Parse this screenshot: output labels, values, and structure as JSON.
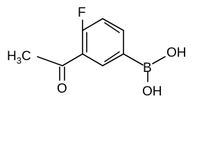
{
  "molecule": {
    "atoms": {
      "fluorine": "F",
      "methyl_main": "H",
      "methyl_sub": "3",
      "methyl_tail": "C",
      "oxygen_carbonyl": "O",
      "boron": "B",
      "hydroxyl_top": "OH",
      "hydroxyl_bottom": "OH"
    }
  }
}
